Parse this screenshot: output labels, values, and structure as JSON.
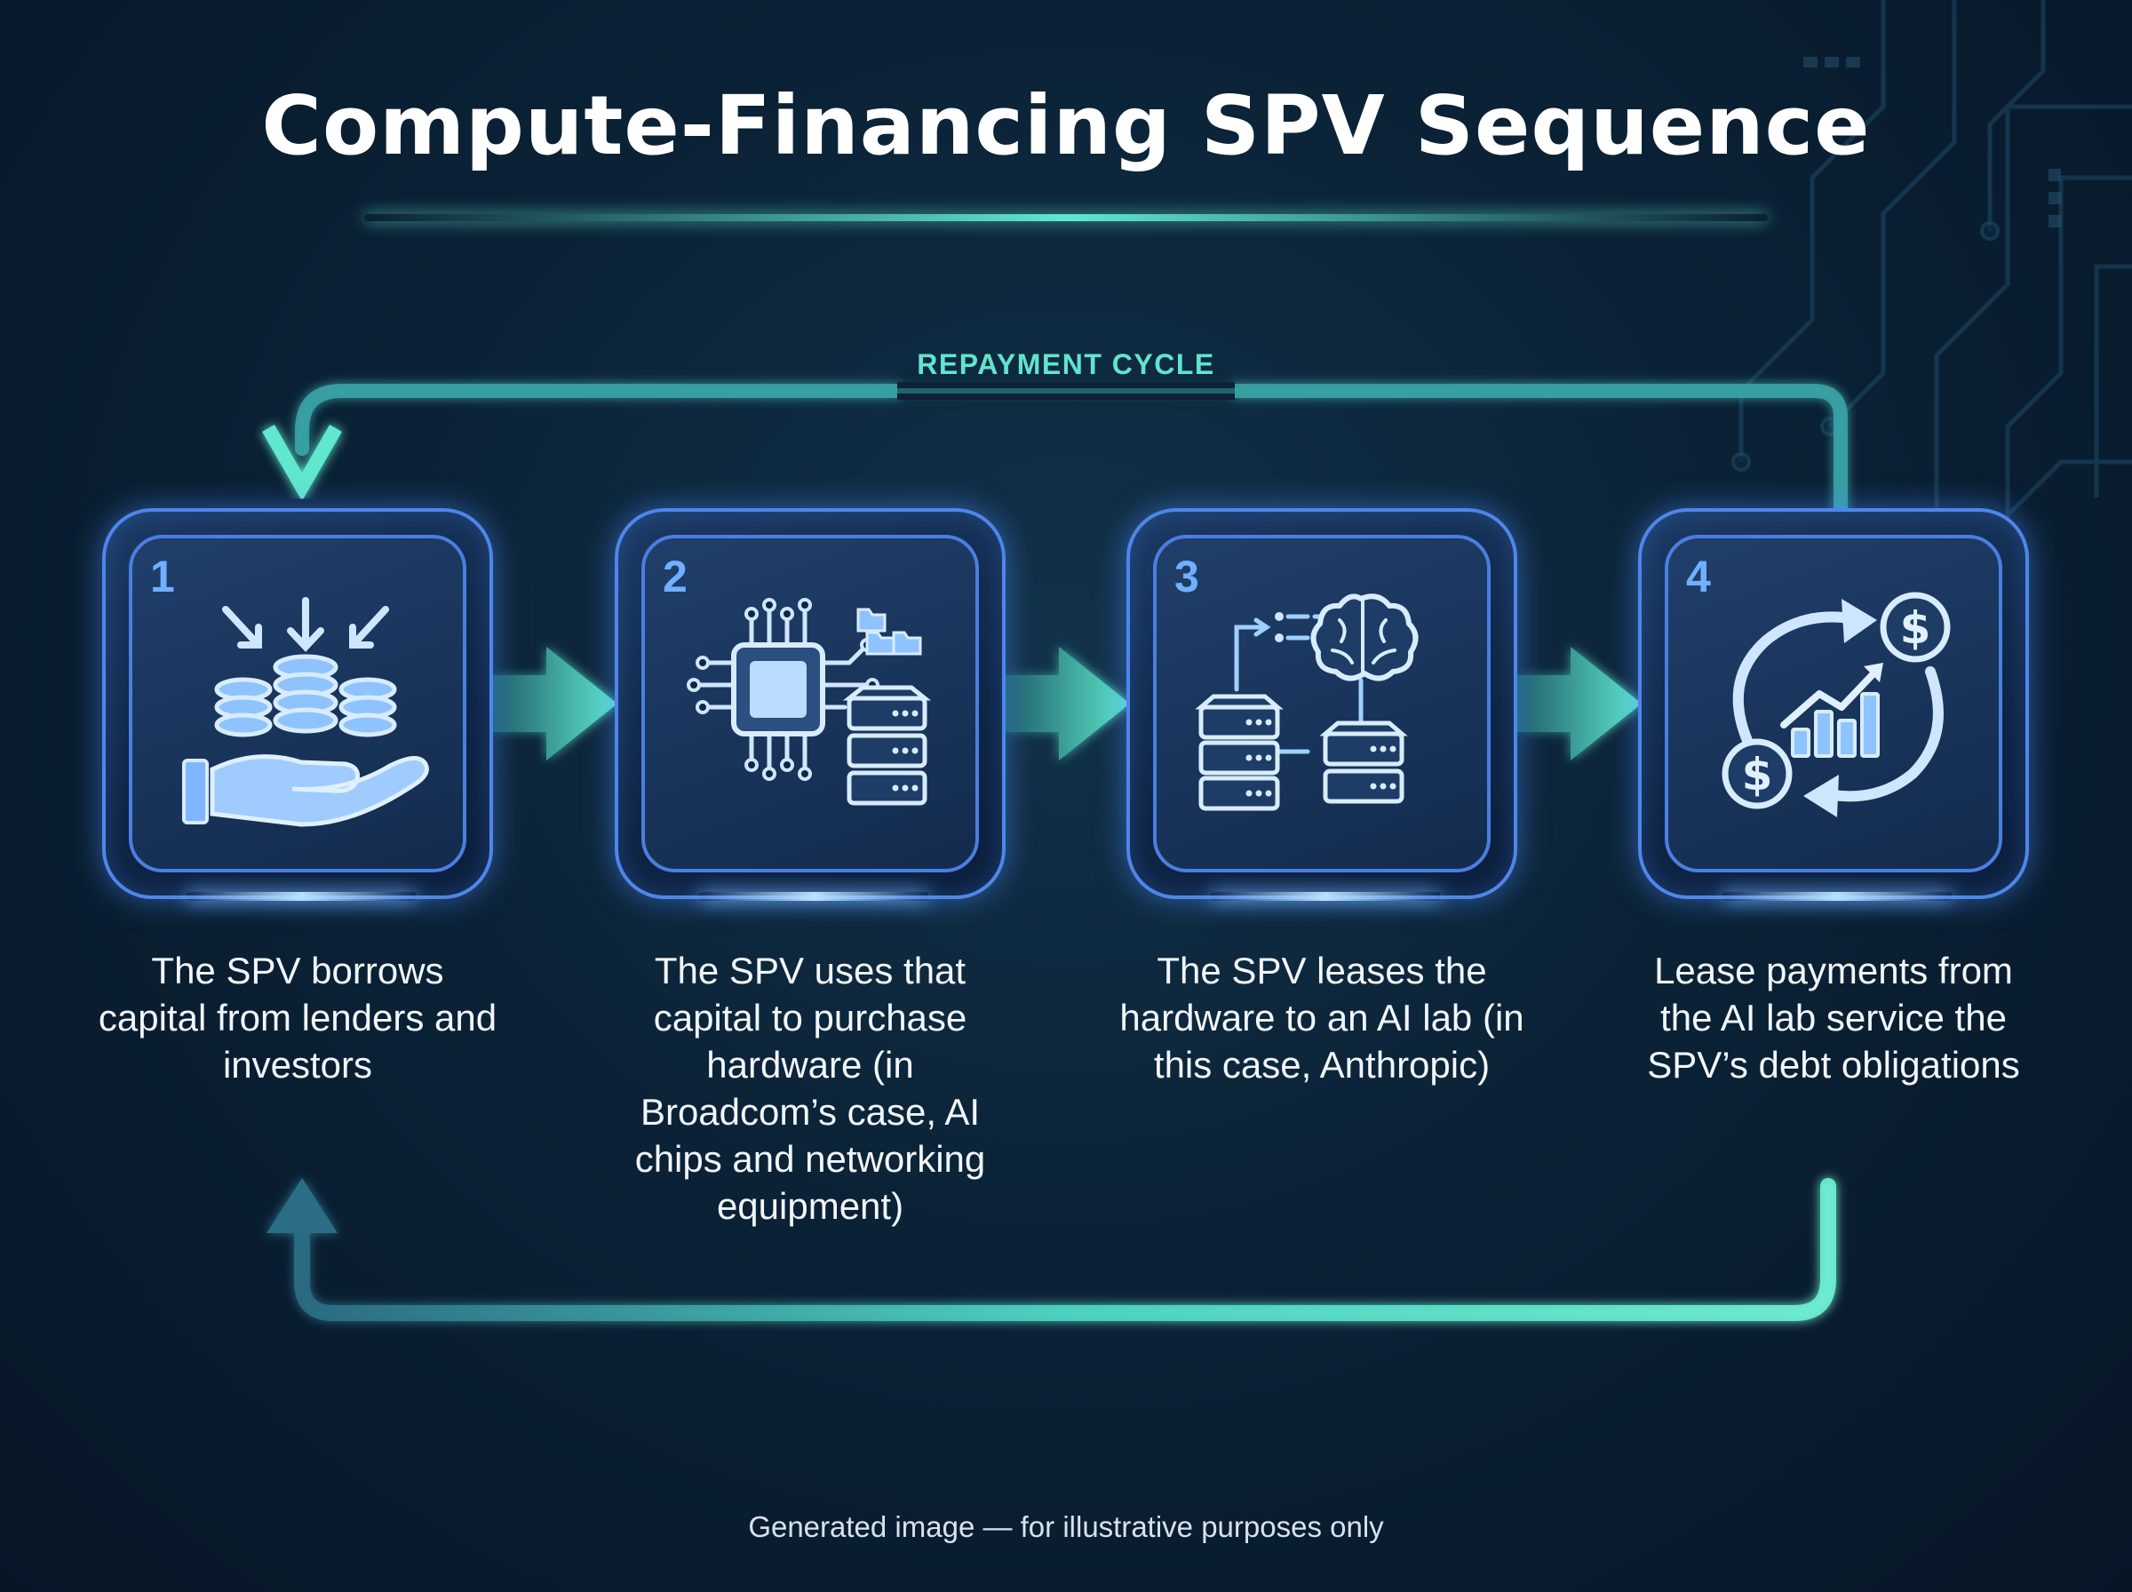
{
  "title": "Compute-Financing SPV Sequence",
  "repayment_label": "REPAYMENT CYCLE",
  "steps": [
    {
      "number": "1",
      "icon": "coins-in-hand-icon",
      "text": "The SPV borrows capital from lenders and investors"
    },
    {
      "number": "2",
      "icon": "chip-and-server-icon",
      "text": "The SPV uses that capital to purchase hardware (in Broadcom’s case, AI chips and networking equipment)"
    },
    {
      "number": "3",
      "icon": "servers-and-brain-icon",
      "text": "The SPV leases the hardware to an AI lab (in this case, Anthropic)"
    },
    {
      "number": "4",
      "icon": "cycle-dollar-growth-icon",
      "text": "Lease payments from the AI lab service the SPV’s debt obligations"
    }
  ],
  "footer": "Generated image — for illustrative purposes only",
  "colors": {
    "accent": "#5fe8cd",
    "card_border": "#4f86ea",
    "step_number": "#6fb0ff",
    "background": "#0b2236"
  }
}
